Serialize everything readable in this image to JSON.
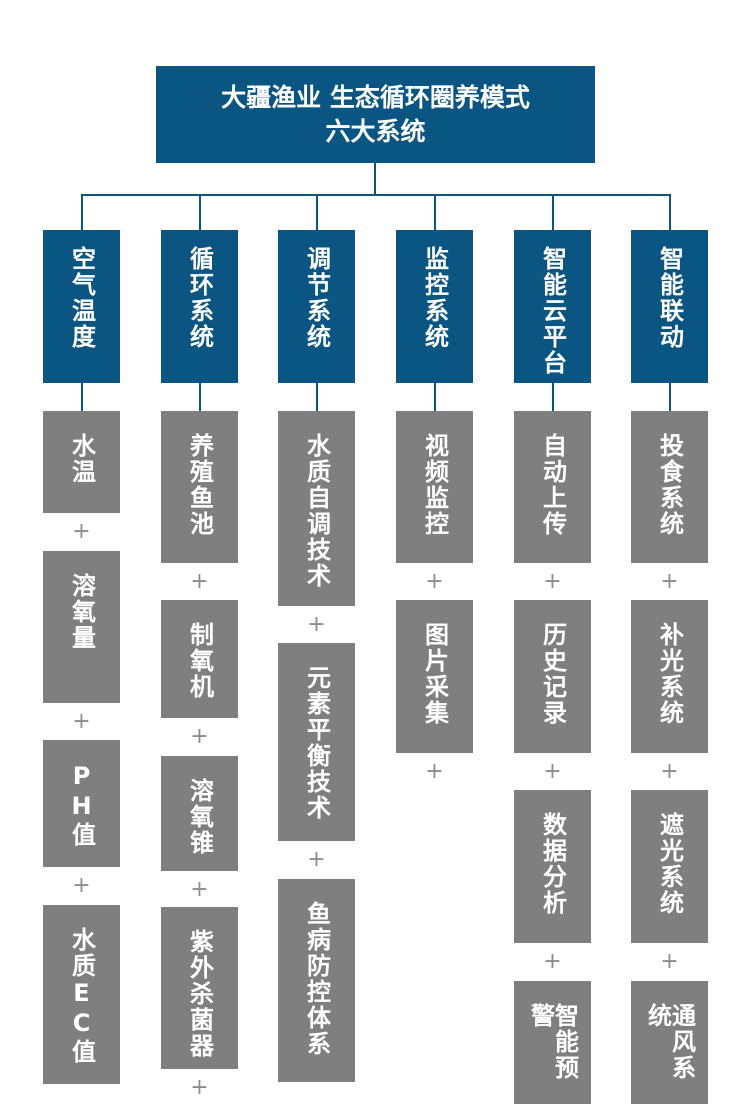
{
  "title": {
    "line1": "大疆渔业 生态循环圈养模式",
    "line2": "六大系统"
  },
  "colors": {
    "primary": "#0b5583",
    "item": "#7f7f7f",
    "plus": "#8c8c8c"
  },
  "plus_sign": "+",
  "columns": [
    {
      "label": "空气温度",
      "items": [
        "水温",
        "溶氧量",
        "PH值",
        "水质EC值"
      ]
    },
    {
      "label": "循环系统",
      "items": [
        "养殖鱼池",
        "制氧机",
        "溶氧锥",
        "紫外杀菌器"
      ]
    },
    {
      "label": "调节系统",
      "items": [
        "水质自调技术",
        "元素平衡技术",
        "鱼病防控体系"
      ]
    },
    {
      "label": "监控系统",
      "items": [
        "视频监控",
        "图片采集"
      ]
    },
    {
      "label": "智能云平台",
      "items": [
        "自动上传",
        "历史记录",
        "数据分析",
        "智能预警"
      ]
    },
    {
      "label": "智能联动",
      "items": [
        "投食系统",
        "补光系统",
        "遮光系统",
        "通风系统"
      ]
    }
  ]
}
